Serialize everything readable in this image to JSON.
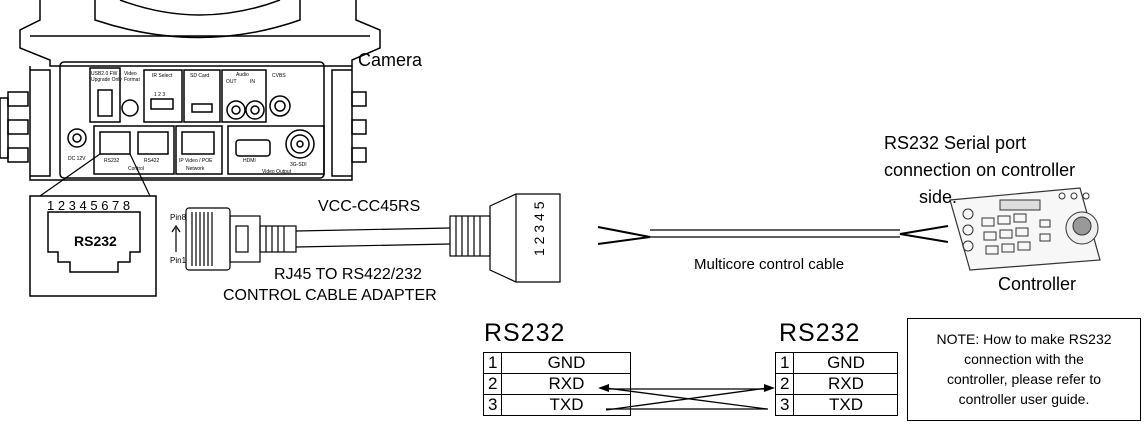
{
  "camera_label": "Camera",
  "camera_panel": {
    "usb": "USB2.0 FW",
    "usb2": "Upgrade Only",
    "video": "Video",
    "video2": "Format",
    "ir": "IR Select",
    "ir_nums": "1 2 3",
    "sd": "SD Card",
    "audio": "Audio",
    "audio_out": "OUT",
    "audio_in": "IN",
    "cvbs": "CVBS",
    "dc": "DC 12V",
    "rs232": "RS232",
    "rs422": "RS422",
    "control": "Control",
    "ip": "IP Video / POE",
    "network": "Network",
    "hdmi": "HDMI",
    "sdi": "3G-SDI",
    "video_output": "Video Output"
  },
  "rs232_port": {
    "pins": "1 2 3 4 5 6 7 8",
    "label": "RS232"
  },
  "rj45": {
    "pin8": "Pin8",
    "pin1": "Pin1"
  },
  "adapter": {
    "model": "VCC-CC45RS",
    "desc_line1": "RJ45 TO RS422/232",
    "desc_line2": "CONTROL CABLE ADAPTER",
    "terminal_numbers": "1 2 3 4 5"
  },
  "cable_label": "Multicore control cable",
  "controller": {
    "serial_line1": "RS232 Serial port",
    "serial_line2": "connection on controller",
    "serial_line3": "side.",
    "label": "Controller"
  },
  "left_table": {
    "title": "RS232",
    "rows": [
      {
        "num": "1",
        "sig": "GND"
      },
      {
        "num": "2",
        "sig": "RXD"
      },
      {
        "num": "3",
        "sig": "TXD"
      }
    ]
  },
  "right_table": {
    "title": "RS232",
    "rows": [
      {
        "num": "1",
        "sig": "GND"
      },
      {
        "num": "2",
        "sig": "RXD"
      },
      {
        "num": "3",
        "sig": "TXD"
      }
    ]
  },
  "note": {
    "line1": "NOTE: How to make RS232",
    "line2": "connection with the",
    "line3": "controller, please refer to",
    "line4": "controller user guide."
  }
}
